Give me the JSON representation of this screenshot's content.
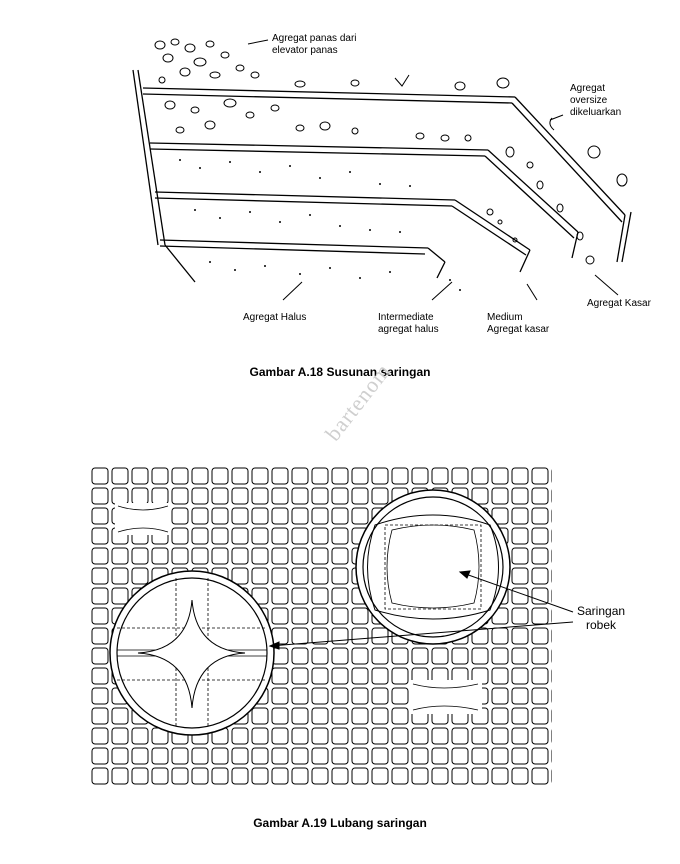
{
  "figure1": {
    "label_hot_aggregate": "Agregat panas dari\nelevator panas",
    "label_oversize": "Agregat\noversize\ndikeluarkan",
    "label_fine": "Agregat Halus",
    "label_intermediate": "Intermediate\nagregat halus",
    "label_medium": "Medium\nAgregat kasar",
    "label_coarse": "Agregat Kasar",
    "caption": "Gambar A.18  Susunan  saringan"
  },
  "figure2": {
    "label_torn": "Saringan\nrobek",
    "caption": "Gambar A.19  Lubang saringan"
  },
  "watermark": {
    "text": "bartenom"
  }
}
